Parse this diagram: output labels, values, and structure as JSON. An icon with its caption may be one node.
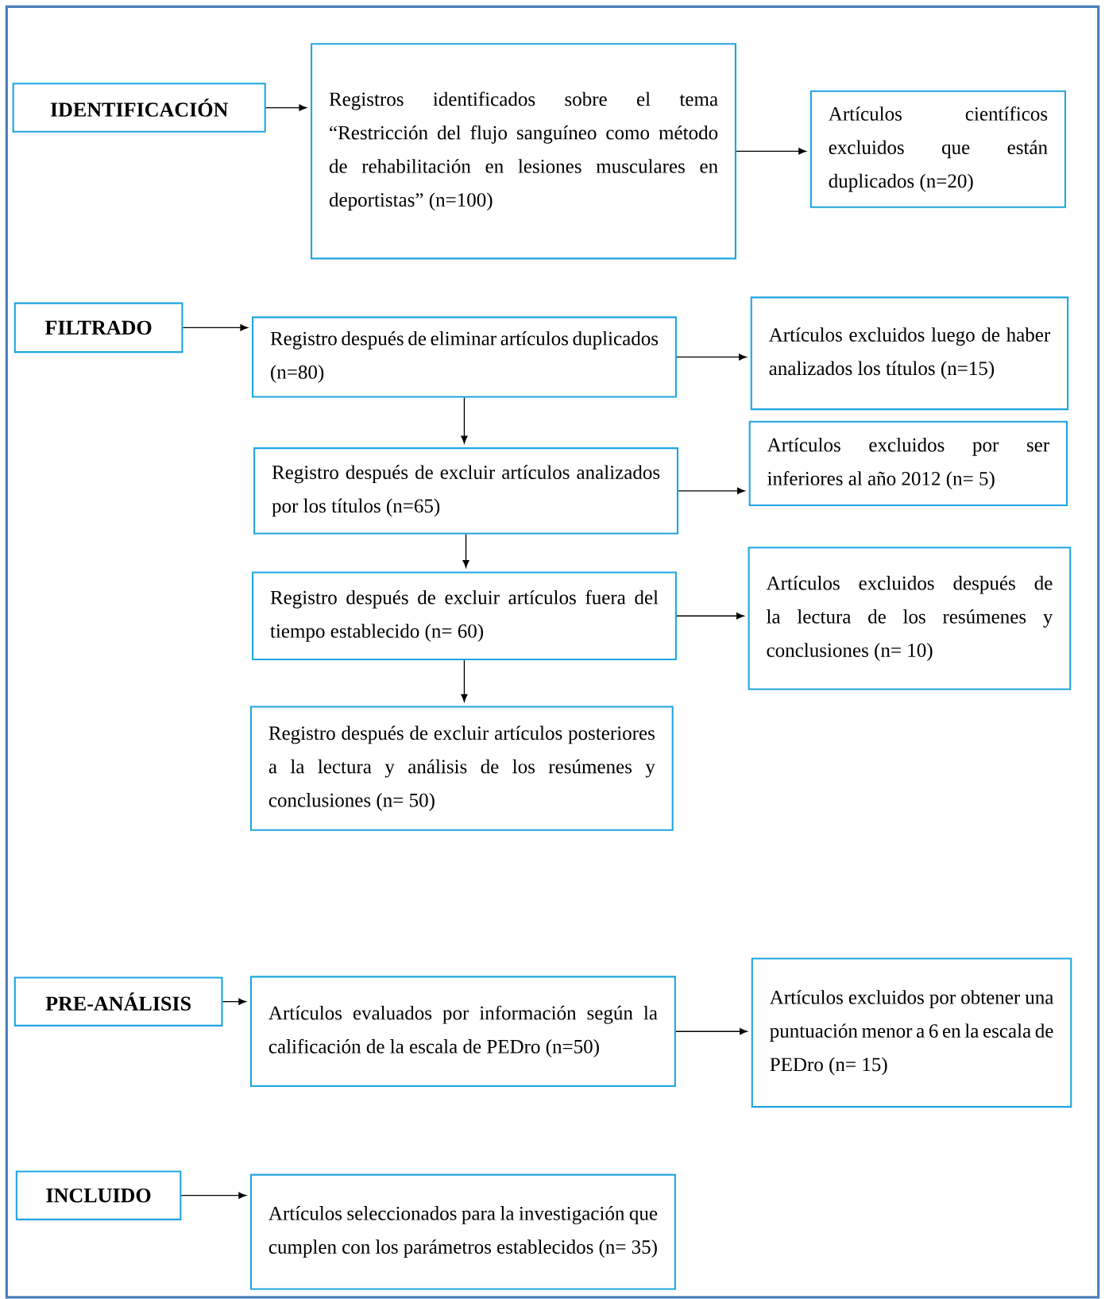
{
  "diagram": {
    "nodes": [
      {
        "text": [
          "IDENTIFICACIÓN"
        ]
      },
      {
        "text": [
          "Registros identificados sobre el tema “Restricción del flujo sanguíneo como método de rehabilitación en lesiones musculares en deportistas” (n=100)"
        ]
      },
      {
        "text": [
          "Artículos científicos excluidos que están duplicados (n=20)"
        ]
      },
      {
        "text": [
          "FILTRADO"
        ]
      },
      {
        "text": [
          "Registro después de eliminar artículos duplicados (n=80)"
        ]
      },
      {
        "text": [
          "Artículos excluidos luego de haber analizados los títulos (n=15)"
        ]
      },
      {
        "text": [
          "Registro después de excluir artículos analizados por los títulos (n=65)"
        ]
      },
      {
        "text": [
          "Artículos excluidos por ser inferiores al año 2012 (n= 5)"
        ]
      },
      {
        "text": [
          "Registro después de excluir artículos fuera del tiempo establecido (n= 60)"
        ]
      },
      {
        "text": [
          "Artículos excluidos después de la lectura de los resúmenes y conclusiones (n= 10)"
        ]
      },
      {
        "text": [
          "Registro después de excluir artículos posteriores a la lectura y análisis de los resúmenes y conclusiones (n= 50)"
        ]
      },
      {
        "text": [
          "PRE-ANÁLISIS"
        ]
      },
      {
        "text": [
          "Artículos evaluados por información según la calificación de la escala de PEDro (n=50)"
        ]
      },
      {
        "text": [
          "Artículos excluidos por obtener una puntuación menor a 6 en la escala de PEDro (n= 15)"
        ]
      },
      {
        "text": [
          "INCLUIDO"
        ]
      },
      {
        "text": [
          "Artículos seleccionados para la investigación que cumplen con los parámetros establecidos (n= 35)"
        ]
      }
    ],
    "edges": [
      {
        "from": 0,
        "to": 1,
        "arrow": "to"
      },
      {
        "from": 1,
        "to": 2,
        "arrow": "to"
      },
      {
        "from": 3,
        "to": 4,
        "arrow": "to"
      },
      {
        "from": 4,
        "to": 5,
        "arrow": "to"
      },
      {
        "from": 4,
        "to": 6,
        "arrow": "to"
      },
      {
        "from": 6,
        "to": 7,
        "arrow": "to"
      },
      {
        "from": 6,
        "to": 8,
        "arrow": "to"
      },
      {
        "from": 8,
        "to": 9,
        "arrow": "to"
      },
      {
        "from": 8,
        "to": 10,
        "arrow": "to"
      },
      {
        "from": 11,
        "to": 12,
        "arrow": "to"
      },
      {
        "from": 12,
        "to": 13,
        "arrow": "to"
      },
      {
        "from": 14,
        "to": 15,
        "arrow": "to"
      }
    ]
  }
}
